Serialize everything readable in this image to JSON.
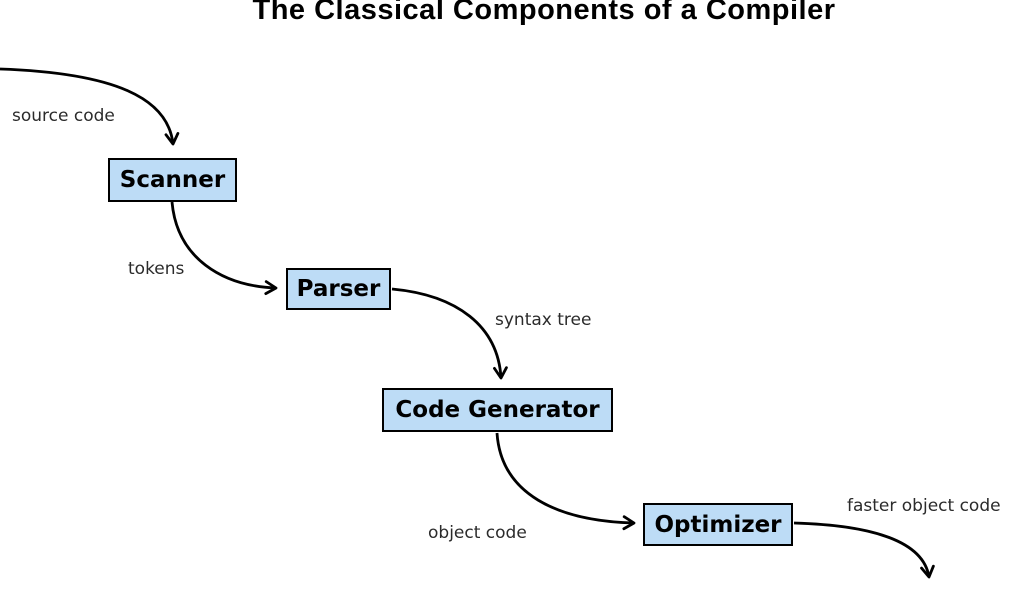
{
  "title": "The Classical Components of a Compiler",
  "diagram": {
    "nodes": [
      {
        "id": "scanner",
        "label": "Scanner"
      },
      {
        "id": "parser",
        "label": "Parser"
      },
      {
        "id": "code-generator",
        "label": "Code Generator"
      },
      {
        "id": "optimizer",
        "label": "Optimizer"
      }
    ],
    "edges": [
      {
        "label": "source code",
        "from": "external-input",
        "to": "scanner"
      },
      {
        "label": "tokens",
        "from": "scanner",
        "to": "parser"
      },
      {
        "label": "syntax tree",
        "from": "parser",
        "to": "code-generator"
      },
      {
        "label": "object code",
        "from": "code-generator",
        "to": "optimizer"
      },
      {
        "label": "faster object code",
        "from": "optimizer",
        "to": "external-output"
      }
    ],
    "colors": {
      "node_fill": "#bddcf6",
      "node_border": "#000000",
      "arrow": "#000000",
      "title_text": "#000000",
      "label_text": "#2b2b2b"
    }
  }
}
